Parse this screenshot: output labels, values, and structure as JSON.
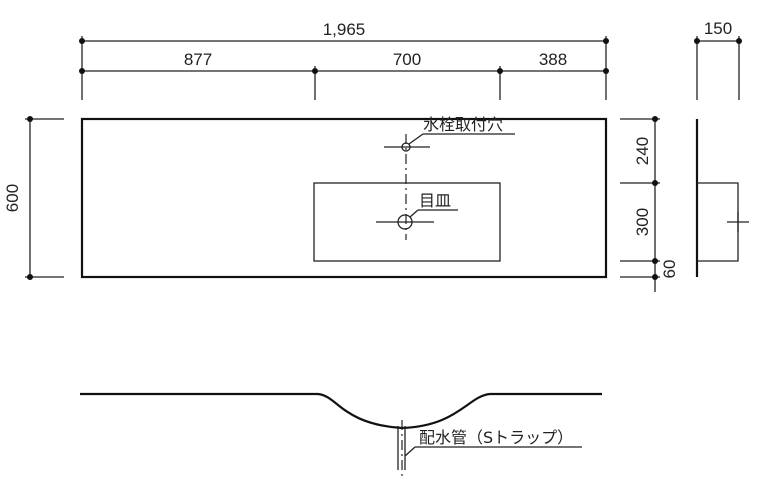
{
  "dimensions": {
    "total_width": "1,965",
    "segment_left": "877",
    "segment_middle": "700",
    "segment_right": "388",
    "depth": "150",
    "height": "600",
    "right_top": "240",
    "right_middle": "300",
    "right_bottom": "60"
  },
  "labels": {
    "faucet_hole": "水栓取付穴",
    "drain_plate": "目皿",
    "drain_pipe": "配水管（Sトラップ）"
  }
}
